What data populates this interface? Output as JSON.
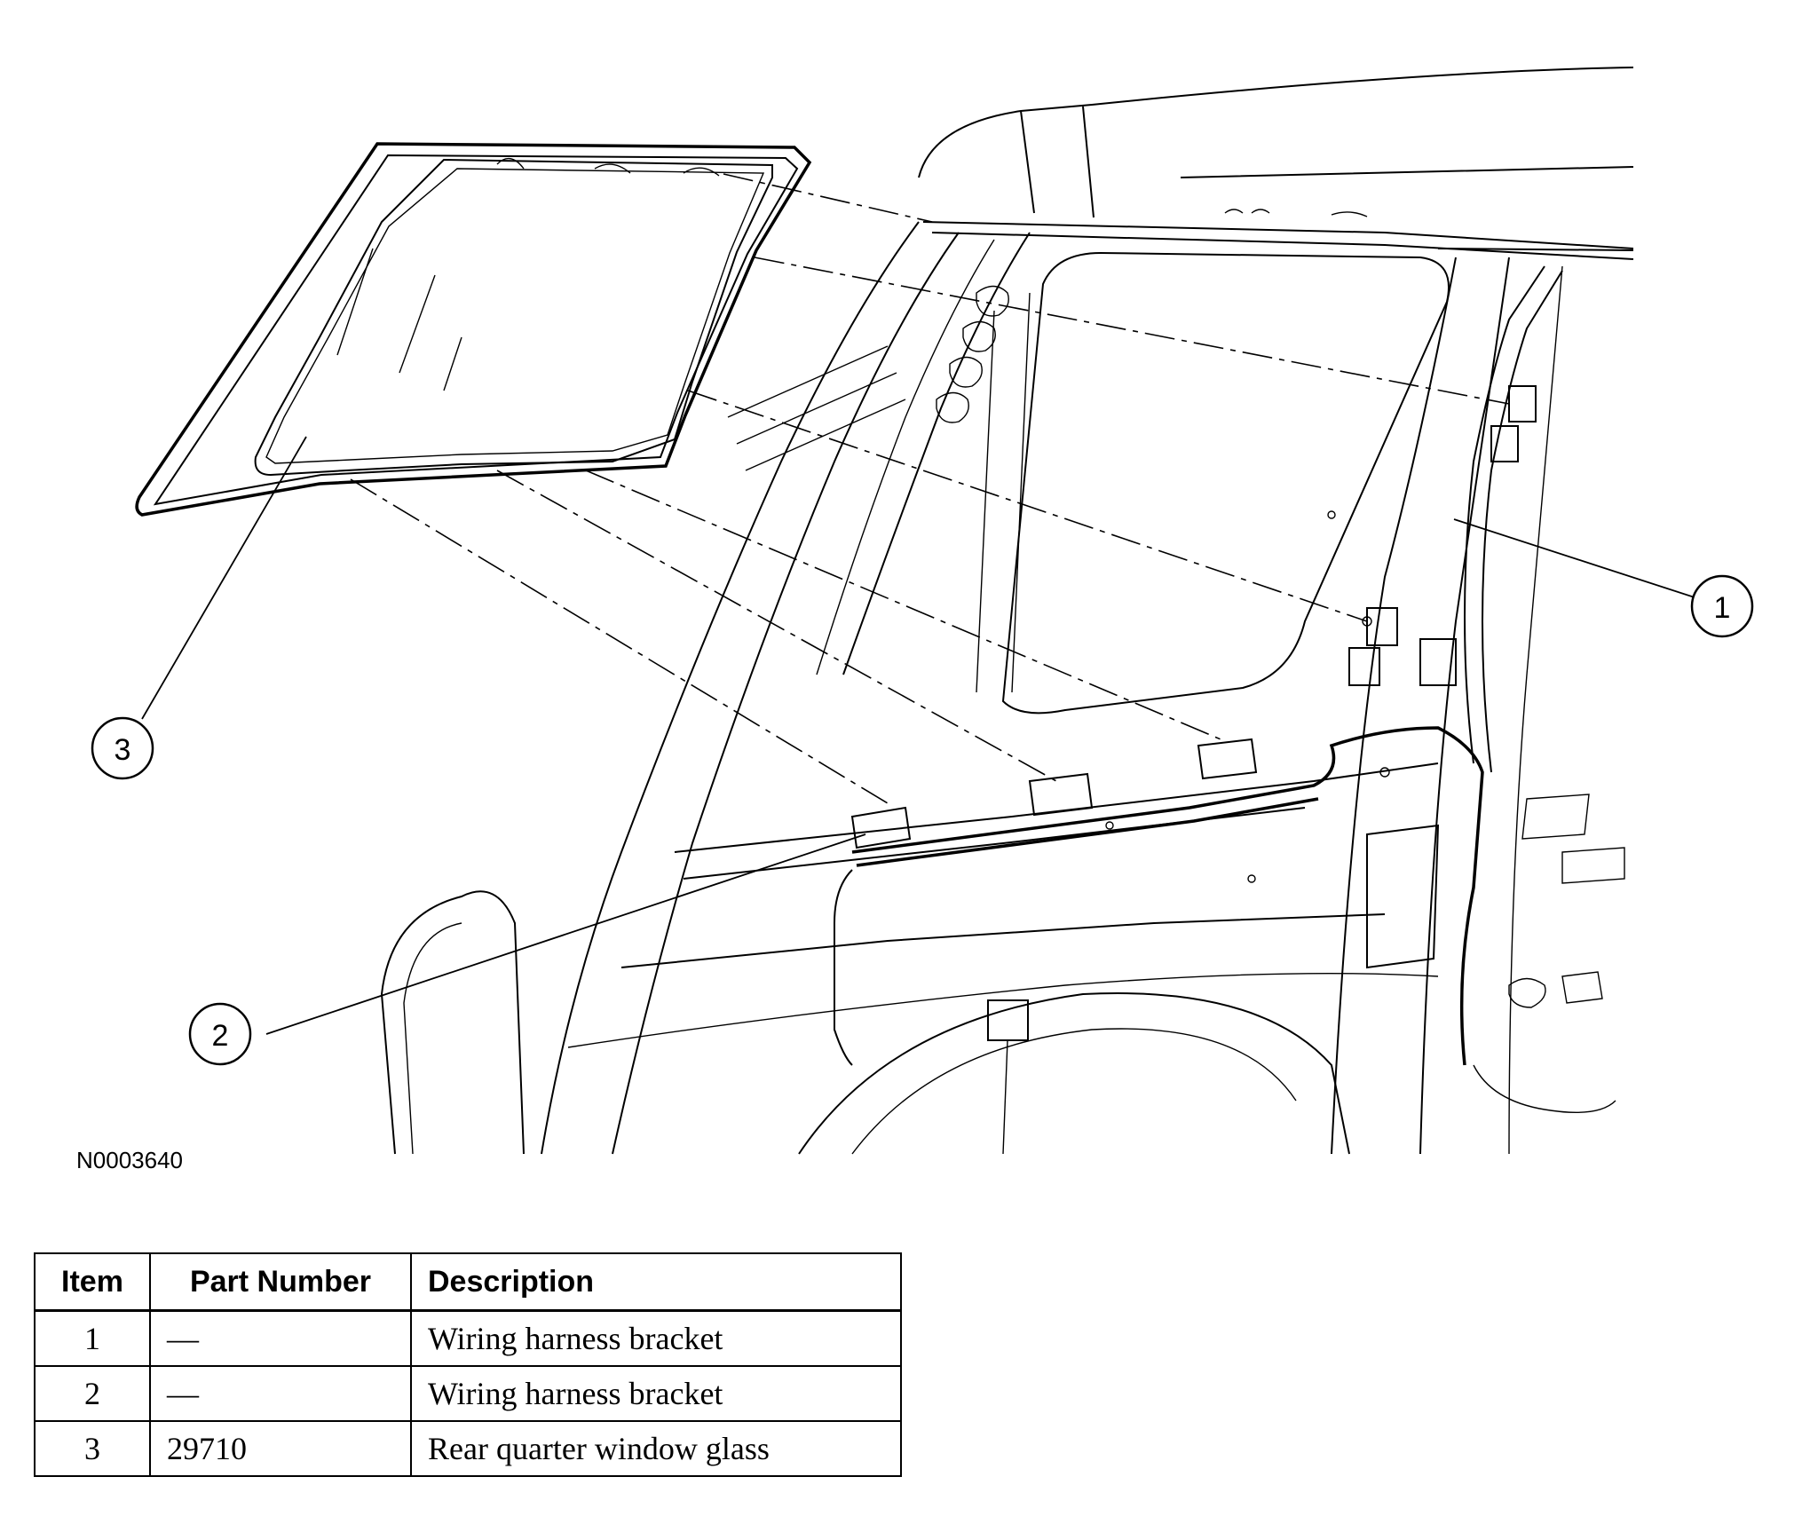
{
  "figure": {
    "figure_id": "N0003640",
    "callouts": [
      "1",
      "2",
      "3"
    ]
  },
  "parts_table": {
    "headers": [
      "Item",
      "Part Number",
      "Description"
    ],
    "rows": [
      {
        "item": "1",
        "part_number": "—",
        "description": "Wiring harness bracket"
      },
      {
        "item": "2",
        "part_number": "—",
        "description": "Wiring harness bracket"
      },
      {
        "item": "3",
        "part_number": "29710",
        "description": "Rear quarter window glass"
      }
    ]
  }
}
